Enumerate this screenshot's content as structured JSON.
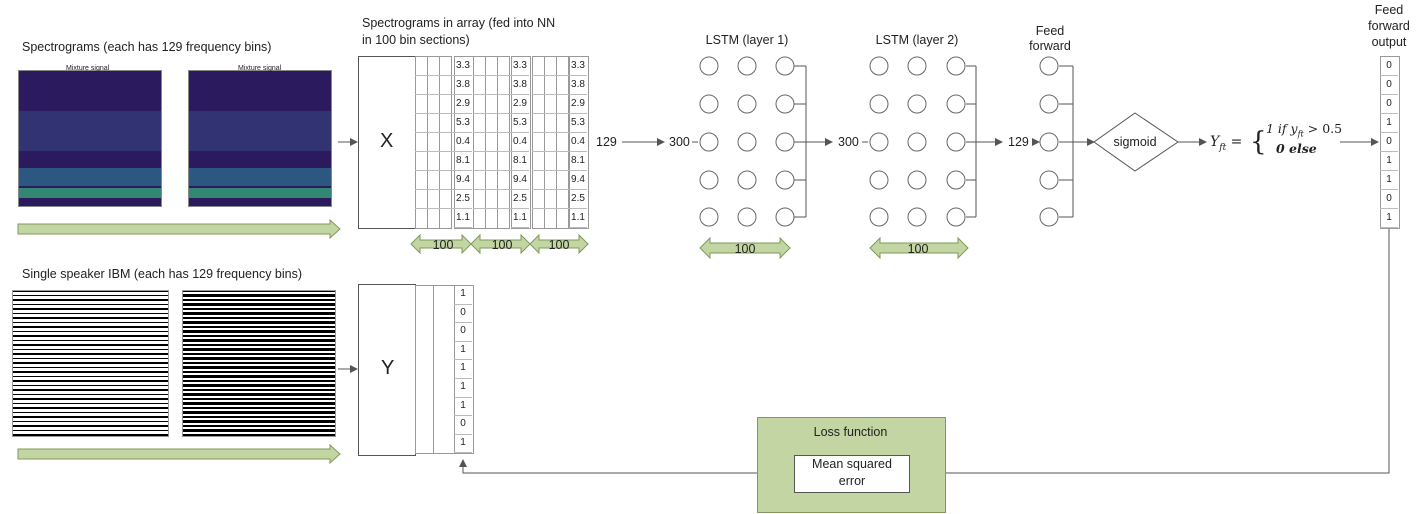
{
  "labels": {
    "spectrograms": "Spectrograms (each has 129 frequency bins)",
    "array_line1": "Spectrograms in array (fed into NN",
    "array_line2": "in 100 bin sections)",
    "ibm": "Single speaker IBM (each has 129 frequency bins)",
    "x": "X",
    "y": "Y",
    "lstm1": "LSTM (layer 1)",
    "lstm2": "LSTM (layer 2)",
    "ff_line1": "Feed",
    "ff_line2": "forward",
    "ffo_line1": "Feed",
    "ffo_line2": "forward",
    "ffo_line3": "output",
    "sigmoid": "sigmoid",
    "n129a": "129",
    "n300a": "300",
    "n300b": "300",
    "n129b": "129",
    "w1": "100",
    "w2": "100",
    "w3": "100",
    "w4": "100",
    "w5": "100",
    "loss": "Loss function",
    "mse_line1": "Mean squared",
    "mse_line2": "error",
    "eq_lhs": "Y",
    "eq_sub": "ft",
    "eq_case1": "1 if y",
    "eq_case1_sub": "ft",
    "eq_case1_tail": " > 0.5",
    "eq_case2": "0 else",
    "mini_title_1": "Mixture signal",
    "mini_title_2": "Mixture signal"
  },
  "x_values": [
    "3.3",
    "3.8",
    "2.9",
    "5.3",
    "0.4",
    "8.1",
    "9.4",
    "2.5",
    "1.1"
  ],
  "y_values": [
    "1",
    "0",
    "0",
    "1",
    "1",
    "1",
    "1",
    "0",
    "1"
  ],
  "output_values": [
    "0",
    "0",
    "0",
    "1",
    "0",
    "1",
    "1",
    "0",
    "1"
  ],
  "colors": {
    "arrow_fill": "#c2d5a3",
    "arrow_stroke": "#7f9a5a",
    "loss_fill": "#c2d5a3",
    "spectrogram_bg": "#2b1a5e",
    "spectrogram_band": "#35b779"
  }
}
